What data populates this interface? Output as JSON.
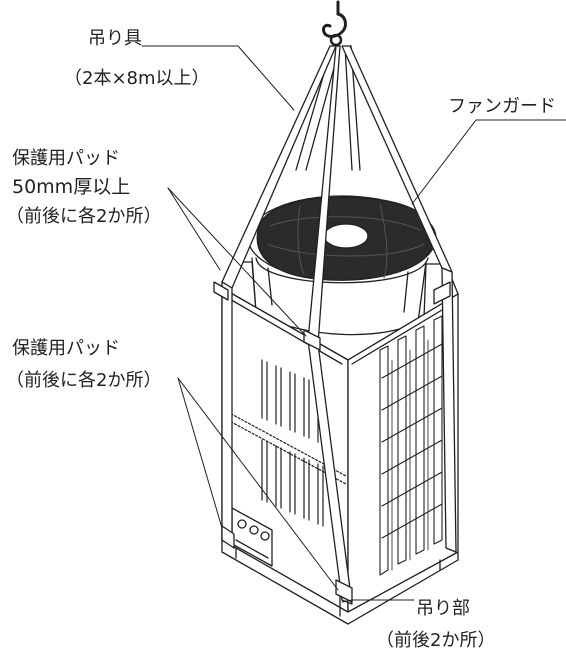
{
  "labels": {
    "sling_title": "吊り具",
    "sling_spec": "（2本×8m以上）",
    "fan_guard": "ファンガード",
    "pad_upper_title": "保護用パッド",
    "pad_upper_thickness": "50mm厚以上",
    "pad_upper_location": "（前後に各2か所）",
    "pad_lower_title": "保護用パッド",
    "pad_lower_location": "（前後に各2か所）",
    "lift_point_title": "吊り部",
    "lift_point_location": "（前後2か所）"
  },
  "colors": {
    "line": "#231f20",
    "grille": "#2b2b2b",
    "background": "#ffffff"
  }
}
